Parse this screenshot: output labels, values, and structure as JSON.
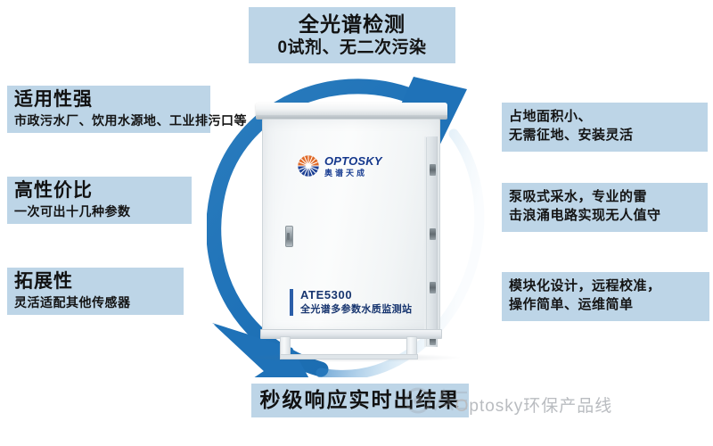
{
  "product": {
    "brand_latin": "OPTOSKY",
    "brand_cn": "奥谱天成",
    "model_code": "ATE5300",
    "model_name": "全光谱多参数水质监测站",
    "logo_icon": "sunburst-logo-icon"
  },
  "highlights": {
    "top": {
      "title": "全光谱检测",
      "subtitle": "0试剂、无二次污染"
    },
    "bottom": {
      "title": "秒级响应实时出结果"
    },
    "left": [
      {
        "title": "适用性强",
        "subtitle": "市政污水厂、饮用水源地、工业排污口等"
      },
      {
        "title": "高性价比",
        "subtitle": "一次可出十几种参数"
      },
      {
        "title": "拓展性",
        "subtitle": "灵活适配其他传感器"
      }
    ],
    "right": [
      {
        "line1": "占地面积小、",
        "line2": "无需征地、安装灵活"
      },
      {
        "line1": "泵吸式采水，专业的雷",
        "line2": "击浪涌电路实现无人值守"
      },
      {
        "line1": "模块化设计，远程校准，",
        "line2": "操作简单、运维简单"
      }
    ]
  },
  "watermark": {
    "text": "· Optosky环保产品线"
  },
  "colors": {
    "chip_background": "#bdd5e7",
    "ring_blue": "#1f72b8",
    "brand_blue": "#17356f",
    "logo_orange": "#e06a28",
    "logo_navy": "#1b3f93",
    "accent_bar": "#2b5ea8",
    "text_dark": "#141414",
    "watermark_gray": "#b9bcc0"
  }
}
